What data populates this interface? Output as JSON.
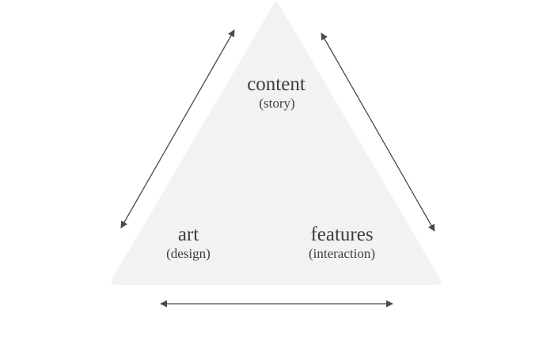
{
  "diagram": {
    "triangle_fill": "#f2f2f2",
    "arrow_color": "#4a4a4a",
    "text_color": "#3d3d3d",
    "nodes": {
      "top": {
        "label": "content",
        "sublabel": "(story)"
      },
      "left": {
        "label": "art",
        "sublabel": "(design)"
      },
      "right": {
        "label": "features",
        "sublabel": "(interaction)"
      }
    }
  }
}
